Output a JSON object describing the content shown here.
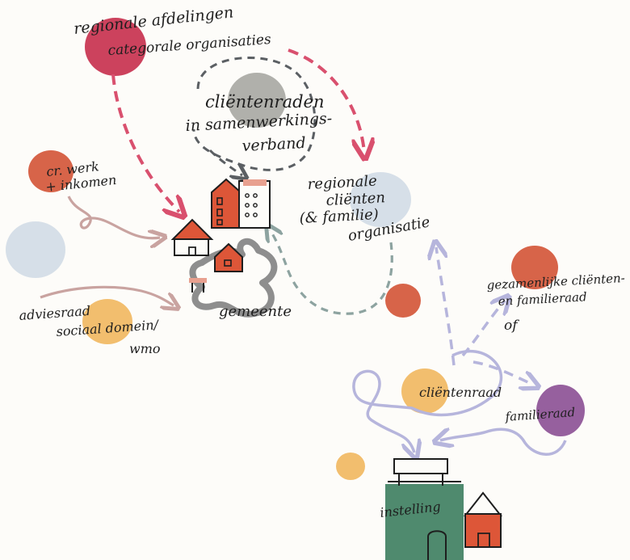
{
  "labels": {
    "regionale_afdelingen": "regionale afdelingen",
    "categorale_organisaties": "categorale organisaties",
    "clientenraden_1": "cliëntenraden",
    "clientenraden_2": "in samenwerkings-",
    "clientenraden_3": "verband",
    "cr_werk_1": "cr. werk",
    "cr_werk_2": "+ inkomen",
    "regionale_clienten_1": "regionale",
    "regionale_clienten_2": "cliënten",
    "regionale_clienten_3": "(& familie)",
    "regionale_clienten_4": "organisatie",
    "gemeente": "gemeente",
    "adviesraad_1": "adviesraad",
    "adviesraad_2": "sociaal domein/",
    "adviesraad_3": "wmo",
    "gezamenlijke_1": "gezamenlijke cliënten-",
    "gezamenlijke_2": "en familieraad",
    "of": "of",
    "clientenraad": "cliëntenraad",
    "familieraad": "familieraad",
    "instelling": "instelling"
  },
  "colors": {
    "crimson": "#c8324f",
    "pink_arrow": "#d9506e",
    "gray_blob": "#a9a9a4",
    "dark_dash": "#5b5f63",
    "teal_dash": "#8da3a0",
    "orange_red": "#d4573a",
    "light_blue": "#d2dce6",
    "yellow": "#f1b862",
    "rose_swirl": "#c9a3a0",
    "lavender": "#b6b5dc",
    "purple": "#8d5296",
    "green": "#4f8a6e",
    "red_roof": "#dd5638"
  }
}
